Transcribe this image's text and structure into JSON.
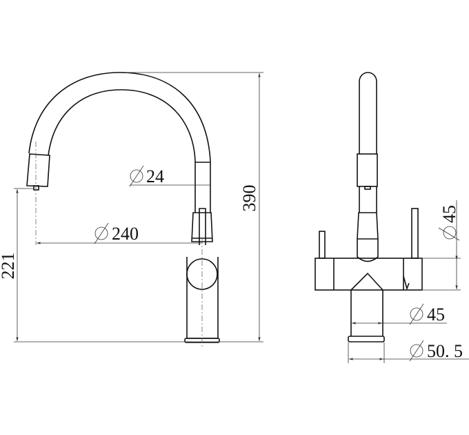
{
  "drawing": {
    "side_view": {
      "height_total": "390",
      "spout_outlet_height": "221",
      "hose_diameter": "24",
      "spout_reach_diameter": "240"
    },
    "front_view": {
      "body_diameter": "45",
      "base_diameter": "45",
      "flange_diameter": "50. 5"
    },
    "diameter_symbol": "diameter-icon",
    "line_color": "#111111"
  }
}
